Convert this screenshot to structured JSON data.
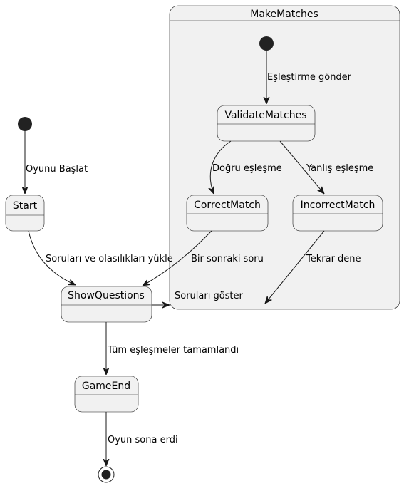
{
  "composite": {
    "title": "MakeMatches"
  },
  "states": {
    "start": "Start",
    "show_questions": "ShowQuestions",
    "game_end": "GameEnd",
    "validate_matches": "ValidateMatches",
    "correct_match": "CorrectMatch",
    "incorrect_match": "IncorrectMatch"
  },
  "transitions": {
    "init_to_start": "Oyunu Başlat",
    "start_to_show": "Soruları ve olasılıkları yükle",
    "show_to_makematches": "Soruları göster",
    "show_to_gameend": "Tüm eşleşmeler tamamlandı",
    "gameend_to_final": "Oyun sona erdi",
    "inner_init_to_validate": "Eşleştirme gönder",
    "validate_to_correct": "Doğru eşleşme",
    "validate_to_incorrect": "Yanlış eşleşme",
    "correct_to_show": "Bir sonraki soru",
    "incorrect_retry": "Tekrar dene"
  }
}
